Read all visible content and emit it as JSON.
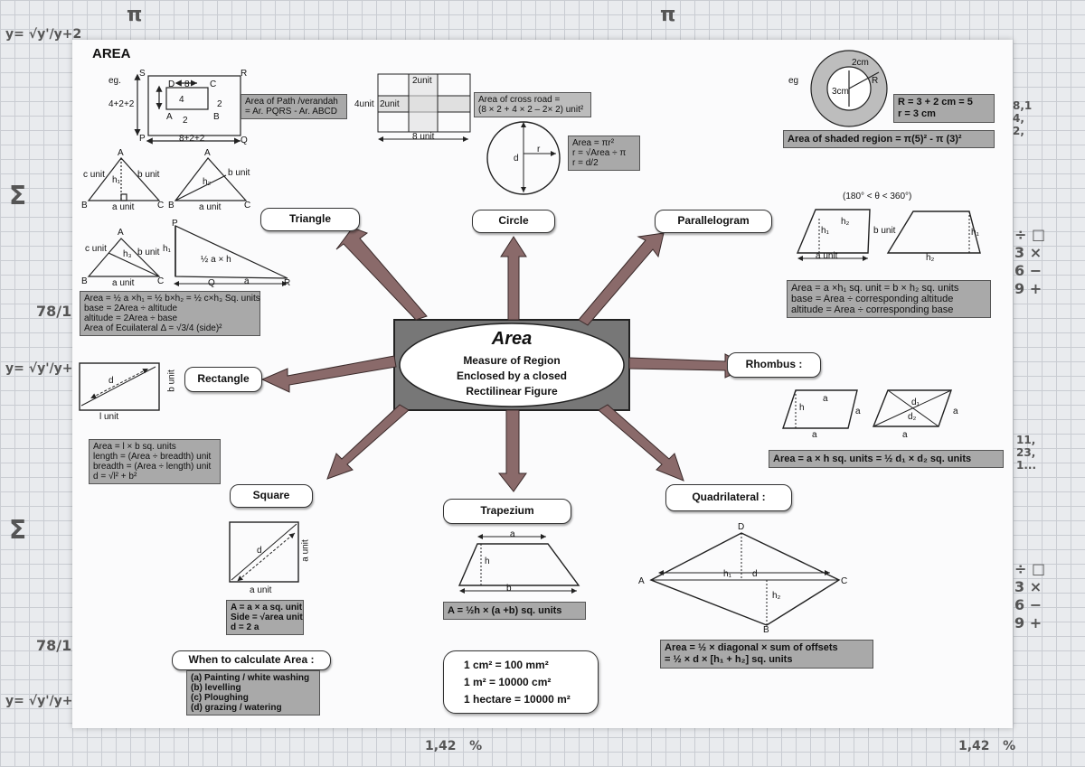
{
  "title": "AREA",
  "center": {
    "title": "Area",
    "subtitle_lines": [
      "Measure of Region",
      "Enclosed by a closed",
      "Rectilinear Figure"
    ]
  },
  "branches": {
    "triangle": "Triangle",
    "circle": "Circle",
    "parallelogram": "Parallelogram",
    "rectangle": "Rectangle",
    "rhombus": "Rhombus :",
    "square": "Square",
    "trapezium": "Trapezium",
    "quadrilateral": "Quadrilateral :"
  },
  "path_example": {
    "eg": "eg.",
    "labels": {
      "S": "S",
      "R": "R",
      "P": "P",
      "Q": "Q",
      "A": "A",
      "B": "B",
      "C": "C",
      "D": "D"
    },
    "dims": {
      "inner_width": "8",
      "inner_height": "4",
      "inner_offset": "2",
      "bottom_offset": "2",
      "side": "4+2+2",
      "bottom": "8+2+2"
    },
    "box": [
      "Area of Path /verandah",
      "= Ar. PQRS - Ar. ABCD"
    ]
  },
  "cross_road": {
    "top_label": "2unit",
    "left_outer": "4unit",
    "left_inner": "2unit",
    "bottom_label": "8 unit",
    "box": [
      "Area of cross road =",
      "(8 × 2 + 4 × 2 – 2× 2) unit²"
    ]
  },
  "circle": {
    "r": "r",
    "d": "d",
    "box": [
      "Area = πr²",
      "r = √Area ÷ π",
      "r = d/2"
    ]
  },
  "ring": {
    "eg": "eg",
    "outer": "2cm",
    "inner": "3cm",
    "R": "R",
    "box1": [
      "R = 3 + 2 cm = 5",
      "r = 3 cm"
    ],
    "box2": "Area of shaded region = π(5)² - π (3)²"
  },
  "triangle": {
    "labels": {
      "A": "A",
      "B": "B",
      "C": "C",
      "P": "P",
      "Q": "Q",
      "R": "R"
    },
    "a_unit": "a unit",
    "b_unit": "b unit",
    "c_unit": "c unit",
    "h1": "h₁",
    "h2": "h₂",
    "h3": "h₃",
    "a": "a",
    "formula_pqr": "½ a × h",
    "box": [
      "Area = ½ a ×h₁ = ½ b×h₂ = ½ c×h₃ Sq. units",
      "base = 2Area ÷ altitude",
      "altitude = 2Area ÷ base",
      "Area of Ecuilateral Δ = √3/4 (side)²"
    ]
  },
  "parallelogram": {
    "angle_note": "(180° < θ < 360°)",
    "a_unit": "a unit",
    "b_unit": "b unit",
    "h1": "h₁",
    "h2": "h₂",
    "box": [
      "Area = a ×h₁ sq. unit = b × h₂ sq. units",
      "base = Area ÷ corresponding altitude",
      "altitude = Area ÷ corresponding base"
    ]
  },
  "rectangle": {
    "d": "d",
    "b_unit": "b unit",
    "l_unit": "l unit",
    "box": [
      "Area = l × b sq. units",
      "length = (Area ÷ breadth) unit",
      "breadth = (Area ÷ length) unit",
      "d = √l² + b²"
    ]
  },
  "rhombus": {
    "a": "a",
    "h": "h",
    "d1": "d₁",
    "d2": "d₂",
    "box": "Area = a × h sq. units = ½ d₁ × d₂ sq. units"
  },
  "square": {
    "d": "d",
    "a_unit_side": "a unit",
    "a_unit_bottom": "a unit",
    "box": [
      "A = a × a sq. unit",
      "Side = √area unit",
      "d = 2 a"
    ]
  },
  "trapezium": {
    "a": "a",
    "b": "b",
    "h": "h",
    "box": "A = ½h × (a +b) sq. units"
  },
  "quadrilateral": {
    "labels": {
      "A": "A",
      "B": "B",
      "C": "C",
      "D": "D"
    },
    "h1": "h₁",
    "h2": "h₂",
    "d": "d",
    "box": [
      "Area = ½ × diagonal × sum of offsets",
      "= ½ × d × [h₁ + h₂] sq. units"
    ]
  },
  "when_to_calculate": {
    "title": "When to calculate Area :",
    "items": [
      "(a) Painting / white washing",
      "(b) levelling",
      "(c) Ploughing",
      "(d) grazing / watering"
    ]
  },
  "units": {
    "lines": [
      "1 cm² = 100 mm²",
      "1 m² = 10000 cm²",
      "1 hectare = 10000 m²"
    ]
  }
}
